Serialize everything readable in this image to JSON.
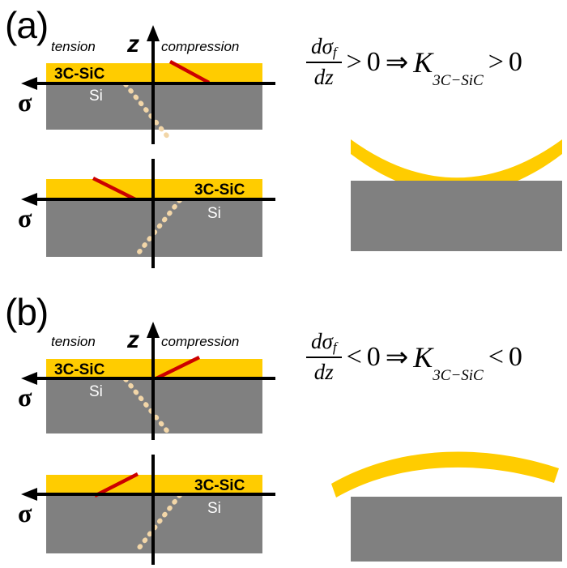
{
  "figure": {
    "background": "#ffffff",
    "colors": {
      "film_yellow": "#FFCC00",
      "substrate_gray": "#808080",
      "crack_red": "#CC0000",
      "dotted_tan": "#F2D6A8",
      "axis_black": "#000000",
      "label_white": "#FFFFFF"
    }
  },
  "panels": [
    {
      "id": "a",
      "label": "(a)",
      "equation": {
        "numerator": "dσ",
        "numerator_sub": "f",
        "denominator": "dz",
        "relation": ">",
        "zero_left": "0",
        "implies": "⇒",
        "k_symbol": "K",
        "k_sub": "3C−SiC",
        "k_relation": ">",
        "zero_right": "0",
        "text_plain": "dσf/dz > 0 ⇒ K3C-SiC > 0"
      },
      "stacks": [
        {
          "id": "a1",
          "axis_label_z": "z",
          "axis_label_sigma": "σ",
          "left_region_label": "tension",
          "right_region_label": "compression",
          "film_label": "3C-SiC",
          "film_label_side": "left",
          "substrate_label": "Si",
          "stress_line_direction": "down-right",
          "neutral_line_direction": "down-right"
        },
        {
          "id": "a2",
          "axis_label_sigma": "σ",
          "film_label": "3C-SiC",
          "film_label_side": "right",
          "substrate_label": "Si",
          "stress_line_direction": "down-right-upper-left",
          "neutral_line_direction": "up-right"
        }
      ],
      "wafer": {
        "curvature": "concave-up",
        "film_color": "#FFCC00",
        "substrate_color": "#808080"
      }
    },
    {
      "id": "b",
      "label": "(b)",
      "equation": {
        "numerator": "dσ",
        "numerator_sub": "f",
        "denominator": "dz",
        "relation": "<",
        "zero_left": "0",
        "implies": "⇒",
        "k_symbol": "K",
        "k_sub": "3C−SiC",
        "k_relation": "<",
        "zero_right": "0",
        "text_plain": "dσf/dz < 0 ⇒ K3C-SiC < 0"
      },
      "stacks": [
        {
          "id": "b1",
          "axis_label_z": "z",
          "axis_label_sigma": "σ",
          "left_region_label": "tension",
          "right_region_label": "compression",
          "film_label": "3C-SiC",
          "film_label_side": "left",
          "substrate_label": "Si",
          "stress_line_direction": "up-right",
          "neutral_line_direction": "down-right"
        },
        {
          "id": "b2",
          "axis_label_sigma": "σ",
          "film_label": "3C-SiC",
          "film_label_side": "right",
          "substrate_label": "Si",
          "stress_line_direction": "up-right",
          "neutral_line_direction": "up-right"
        }
      ],
      "wafer": {
        "curvature": "convex-up",
        "film_color": "#FFCC00",
        "substrate_color": "#808080"
      }
    }
  ]
}
